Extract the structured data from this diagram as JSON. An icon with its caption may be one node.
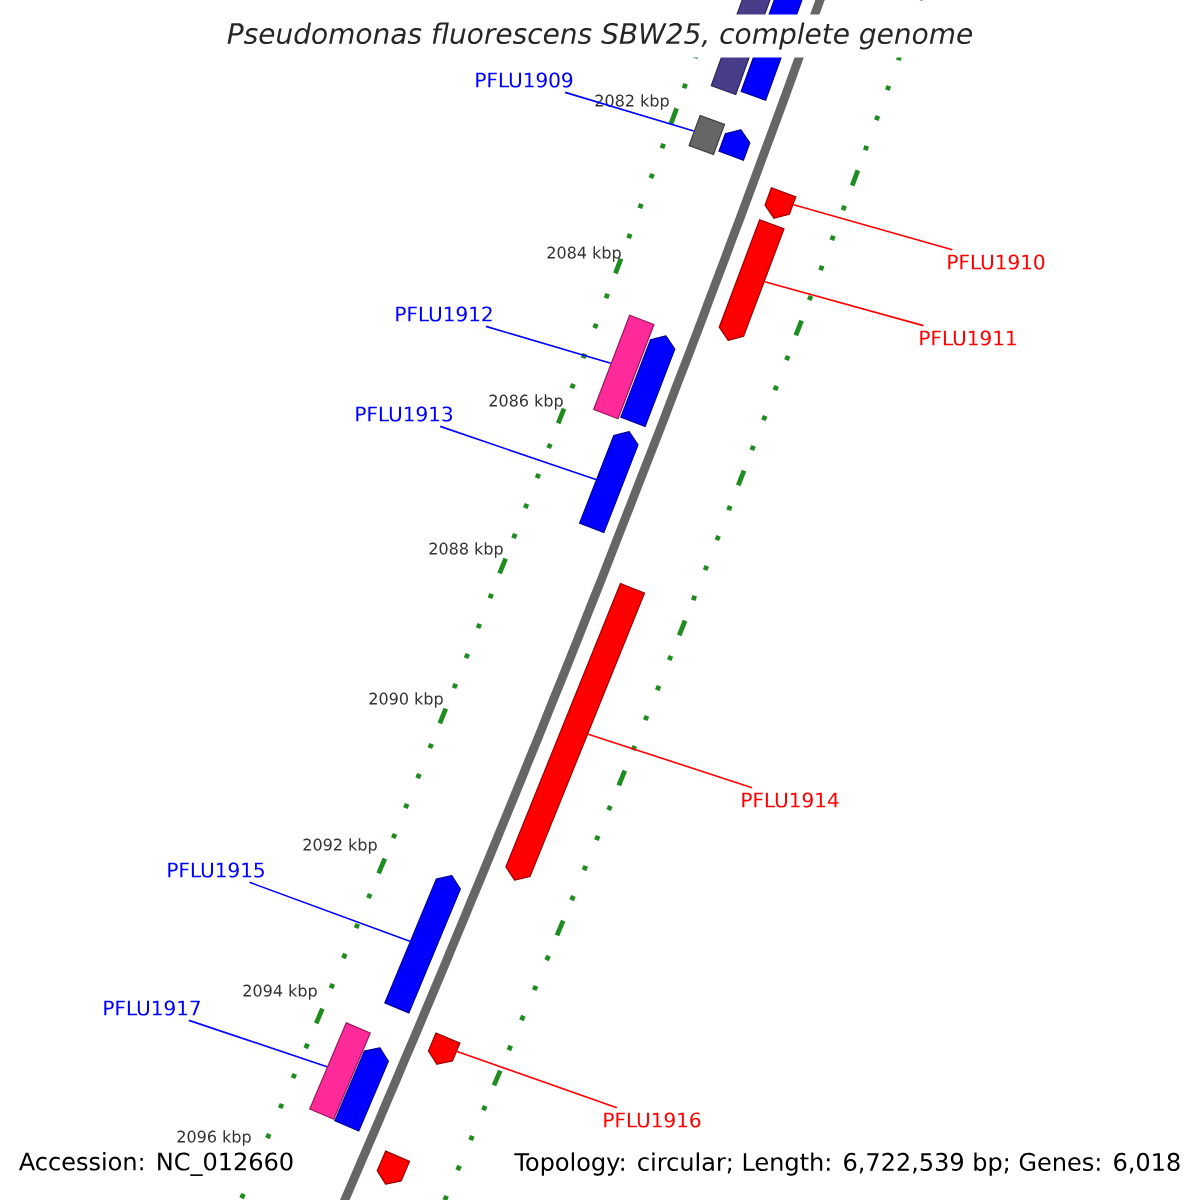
{
  "diagram": {
    "title": "Pseudomonas fluorescens SBW25, complete genome",
    "nodes": [
      {
        "text": [
          "PFLU1909"
        ]
      },
      {
        "text": [
          "PFLU1910"
        ]
      },
      {
        "text": [
          "PFLU1912"
        ]
      },
      {
        "text": [
          "PFLU1911"
        ]
      },
      {
        "text": [
          "PFLU1913"
        ]
      },
      {
        "text": [
          "PFLU1914"
        ]
      },
      {
        "text": [
          "PFLU1915"
        ]
      },
      {
        "text": [
          "PFLU1917"
        ]
      },
      {
        "text": [
          "PFLU1916"
        ]
      },
      {
        "text": [],
        "shape": "bar"
      },
      {
        "text": [],
        "shape": "bar"
      },
      {
        "text": [],
        "shape": "bar"
      },
      {
        "text": [],
        "shape": "bar"
      },
      {
        "text": [],
        "shape": "bar"
      },
      {
        "text": [],
        "shape": "bar"
      },
      {
        "text": [],
        "shape": "bar"
      },
      {
        "text": [],
        "shape": "bar"
      },
      {
        "text": [],
        "shape": "bar"
      },
      {
        "text": [],
        "shape": "bar"
      },
      {
        "text": [],
        "shape": "bar"
      },
      {
        "text": [],
        "shape": "bar"
      },
      {
        "text": [],
        "shape": "bar"
      },
      {
        "text": [],
        "shape": "bar"
      },
      {
        "text": [],
        "shape": "bar"
      }
    ],
    "edges": [
      {
        "from": 0,
        "to": 11,
        "arrow": "none",
        "color": "#0000ff"
      },
      {
        "from": 1,
        "to": 13,
        "arrow": "none",
        "color": "#ff0000"
      },
      {
        "from": 2,
        "to": 15,
        "arrow": "none",
        "color": "#0000ff"
      },
      {
        "from": 3,
        "to": 14,
        "arrow": "none",
        "color": "#ff0000"
      },
      {
        "from": 4,
        "to": 17,
        "arrow": "none",
        "color": "#0000ff"
      },
      {
        "from": 5,
        "to": 18,
        "arrow": "none",
        "color": "#ff0000"
      },
      {
        "from": 6,
        "to": 19,
        "arrow": "none",
        "color": "#0000ff"
      },
      {
        "from": 7,
        "to": 20,
        "arrow": "none",
        "color": "#0000ff"
      },
      {
        "from": 8,
        "to": 22,
        "arrow": "none",
        "color": "#ff0000"
      }
    ],
    "labels": [
      "2082 kbp",
      "2084 kbp",
      "2086 kbp",
      "2088 kbp",
      "2090 kbp",
      "2092 kbp",
      "2094 kbp",
      "2096 kbp",
      "Accession: NC_012660",
      "Topology: circular; Length: 6,722,539 bp; Genes: 6,018"
    ]
  }
}
